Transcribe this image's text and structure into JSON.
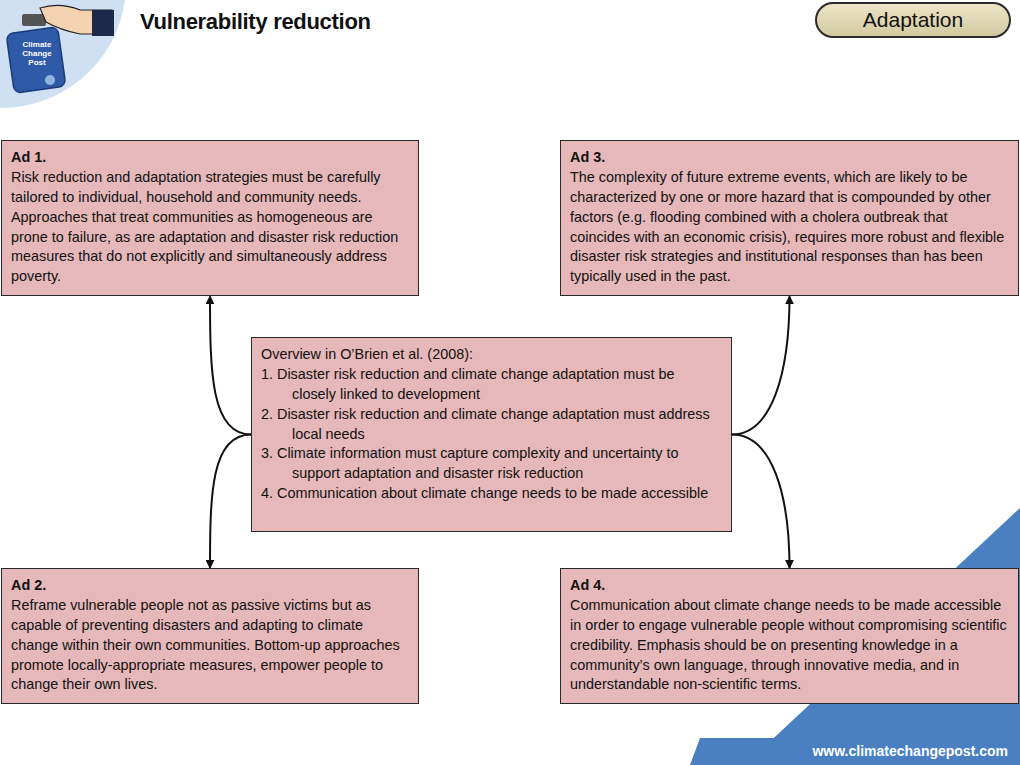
{
  "diagram": {
    "title": "Vulnerability reduction",
    "nodes": [
      {
        "text": [
          "Adaptation"
        ]
      },
      {
        "text": [
          "Ad 1.",
          "Risk reduction and adaptation strategies must be carefully tailored to individual, household and community needs. Approaches that treat communities as homogeneous are prone to failure, as are adaptation and disaster risk reduction measures that do not explicitly and simultaneously address poverty."
        ]
      },
      {
        "text": [
          "Ad 3.",
          "The complexity of future extreme events, which are likely to be characterized by one or more hazard that is compounded by other factors (e.g. flooding combined with a cholera outbreak that coincides with an economic crisis), requires more robust and flexible disaster risk strategies and institutional responses than has been typically used in the past."
        ]
      },
      {
        "text": [
          "Overview in O’Brien et al. (2008):",
          "1. Disaster risk reduction and climate change adaptation must be closely linked to development",
          "2. Disaster risk reduction and climate change adaptation must address local needs",
          "3. Climate information must capture complexity and uncertainty to support adaptation and disaster risk reduction",
          "4. Communication about climate change needs to be made accessible"
        ]
      },
      {
        "text": [
          "Ad 2.",
          "Reframe vulnerable people not as passive victims but as capable of preventing disasters and adapting to climate change within their own communities. Bottom-up approaches promote locally-appropriate measures, empower people to change their own lives."
        ]
      },
      {
        "text": [
          "Ad 4.",
          "Communication about climate change needs to be made accessible in order to engage vulnerable people without compromising scientific credibility. Emphasis should be on presenting knowledge in a community’s own language, through innovative media, and in understandable non-scientific terms."
        ]
      }
    ],
    "edges": [
      {
        "from": 3,
        "to": 1,
        "arrow": "to"
      },
      {
        "from": 3,
        "to": 2,
        "arrow": "to"
      },
      {
        "from": 3,
        "to": 4,
        "arrow": "to"
      },
      {
        "from": 3,
        "to": 5,
        "arrow": "to"
      }
    ],
    "labels": [
      "Climate Change Post",
      "www.climatechangepost.com"
    ]
  }
}
